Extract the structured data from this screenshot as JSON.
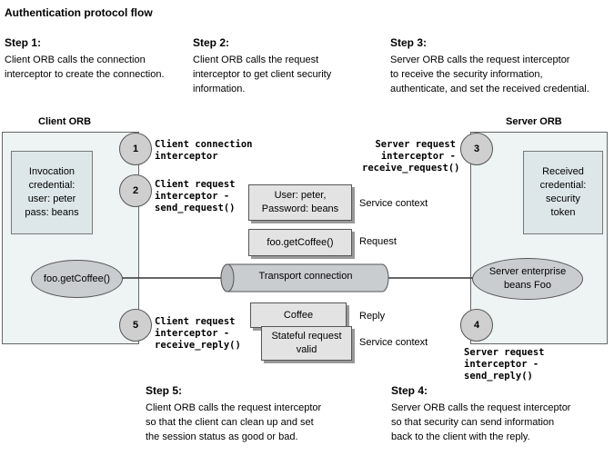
{
  "title": "Authentication protocol flow",
  "steps": {
    "s1": {
      "heading": "Step 1:",
      "text": [
        "Client ORB calls the connection",
        "interceptor to create the connection."
      ]
    },
    "s2": {
      "heading": "Step 2:",
      "text": [
        "Client ORB  calls the request",
        "interceptor to get client security",
        "information."
      ]
    },
    "s3": {
      "heading": "Step 3:",
      "text": [
        "Server ORB calls the request interceptor",
        "to receive the security information,",
        "authenticate, and set the received credential."
      ]
    },
    "s4": {
      "heading": "Step 4:",
      "text": [
        "Server ORB calls the request interceptor",
        "so that security can send information",
        "back to the client with the reply."
      ]
    },
    "s5": {
      "heading": "Step 5:",
      "text": [
        "Client ORB calls the request interceptor",
        "so that the client can clean up and set",
        "the session status as good or bad."
      ]
    }
  },
  "client_orb": {
    "label": "Client ORB",
    "credential": [
      "Invocation",
      "credential:",
      "user: peter",
      "pass: beans"
    ],
    "object": "foo.getCoffee()"
  },
  "server_orb": {
    "label": "Server ORB",
    "credential": [
      "Received",
      "credential:",
      "security",
      "token"
    ],
    "object": [
      "Server enterprise",
      "beans Foo"
    ]
  },
  "interceptors": {
    "i1": {
      "number": "1",
      "lines": [
        "Client connection",
        "interceptor"
      ]
    },
    "i2": {
      "number": "2",
      "lines": [
        "Client request",
        "interceptor -",
        "send_request()"
      ]
    },
    "i3": {
      "number": "3",
      "lines": [
        "Server request",
        "interceptor -",
        "receive_request()"
      ]
    },
    "i4": {
      "number": "4",
      "lines": [
        "Server request",
        "interceptor -",
        "send_reply()"
      ]
    },
    "i5": {
      "number": "5",
      "lines": [
        "Client request",
        "interceptor -",
        "receive_reply()"
      ]
    }
  },
  "messages": {
    "service_context_req": {
      "lines": [
        "User: peter,",
        "Password: beans"
      ],
      "label": "Service context"
    },
    "request": {
      "text": "foo.getCoffee()",
      "label": "Request"
    },
    "transport": "Transport connection",
    "reply": {
      "text": "Coffee",
      "label": "Reply"
    },
    "service_context_reply": {
      "lines": [
        "Stateful request",
        "valid"
      ],
      "label": "Service context"
    }
  },
  "colors": {
    "panel": "#eef3f3",
    "credential": "#dde7ea",
    "shape": "#c9cdcf"
  }
}
